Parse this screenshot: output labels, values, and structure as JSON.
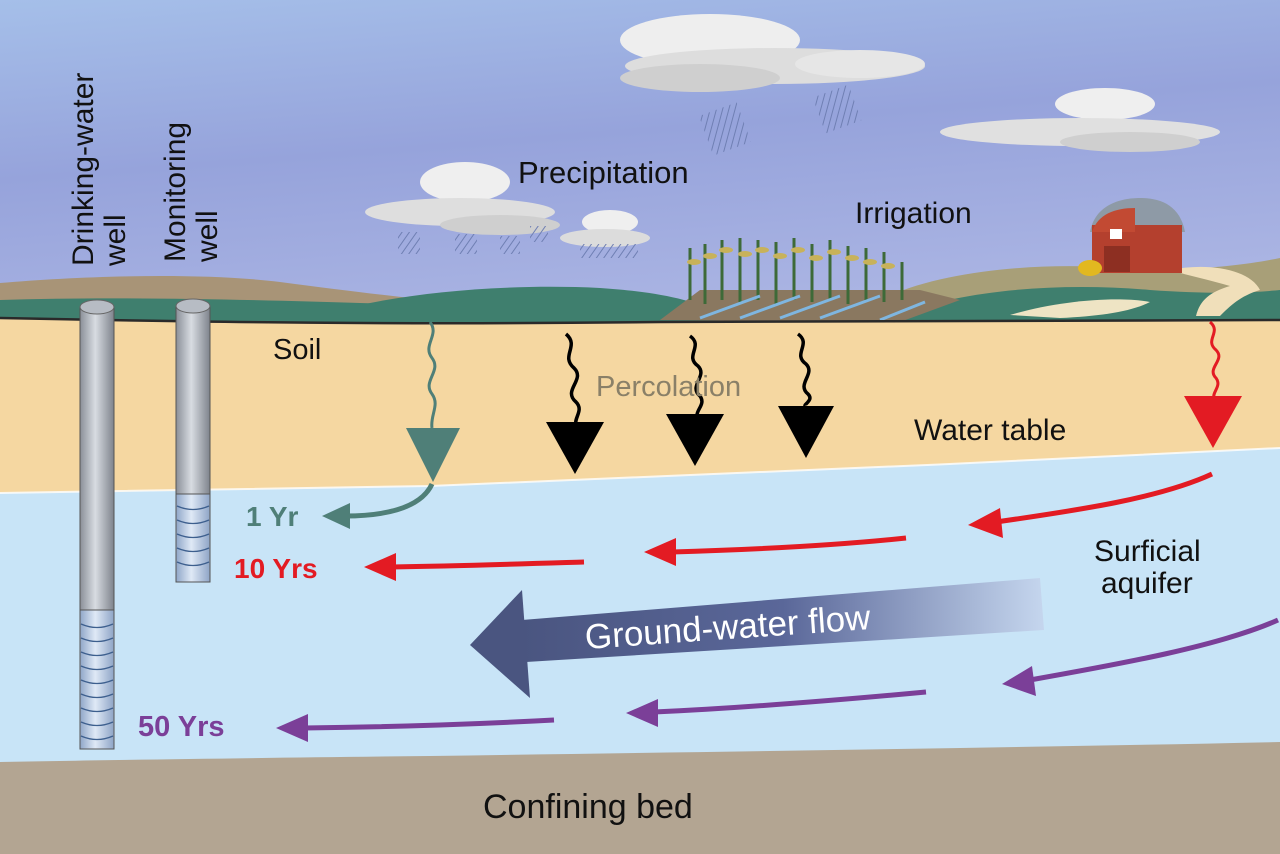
{
  "labels": {
    "precipitation": "Precipitation",
    "irrigation": "Irrigation",
    "soil": "Soil",
    "percolation": "Percolation",
    "water_table": "Water table",
    "surficial_aquifer_line1": "Surficial",
    "surficial_aquifer_line2": "aquifer",
    "ground_water_flow": "Ground-water flow",
    "confining_bed": "Confining bed"
  },
  "wells": {
    "drinking_line1": "Drinking-water",
    "drinking_line2": "well",
    "monitoring_line1": "Monitoring",
    "monitoring_line2": "well"
  },
  "travel_times": {
    "one_year": "1 Yr",
    "ten_years": "10 Yrs",
    "fifty_years": "50 Yrs"
  },
  "colors": {
    "sky_top": "#8f9ed8",
    "sky_bottom": "#aab8e6",
    "soil": "#f5d7a1",
    "aquifer": "#c8e4f7",
    "confining_bed": "#b3a592",
    "one_year_flow": "#4f7f78",
    "ten_year_flow": "#e31b23",
    "fifty_year_flow": "#7b3f98",
    "groundwater_arrow": "#4a5580",
    "percolation_text": "#8a8068"
  }
}
